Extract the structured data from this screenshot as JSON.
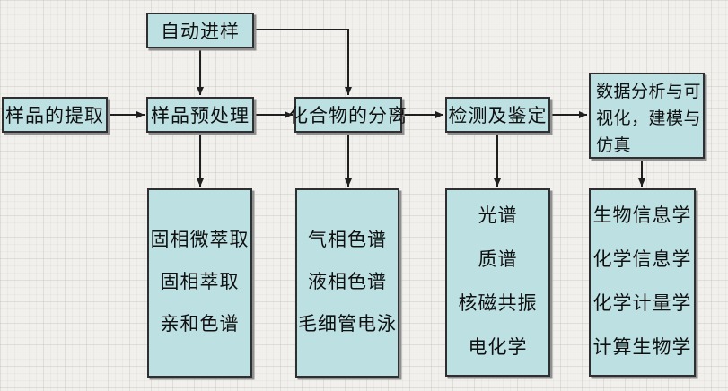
{
  "flowchart": {
    "nodes": {
      "auto_sampling": {
        "label": "自动进样"
      },
      "extraction": {
        "label": "样品的提取"
      },
      "pretreatment": {
        "label": "样品预处理"
      },
      "separation": {
        "label": "化合物的分离"
      },
      "detection": {
        "label": "检测及鉴定"
      },
      "analysis": {
        "label": "数据分析与可视化，建模与仿真"
      }
    },
    "detail_boxes": [
      {
        "id": "pretreatment-methods",
        "items": [
          "固相微萃取",
          "固相萃取",
          "亲和色谱"
        ]
      },
      {
        "id": "separation-methods",
        "items": [
          "气相色谱",
          "液相色谱",
          "毛细管电泳"
        ]
      },
      {
        "id": "detection-methods",
        "items": [
          "光谱",
          "质谱",
          "核磁共振",
          "电化学"
        ]
      },
      {
        "id": "analysis-methods",
        "items": [
          "生物信息学",
          "化学信息学",
          "化学计量学",
          "计算生物学"
        ]
      }
    ],
    "edges": [
      {
        "from": "样品的提取",
        "to": "样品预处理"
      },
      {
        "from": "自动进样",
        "to": "样品预处理"
      },
      {
        "from": "自动进样",
        "to": "化合物的分离"
      },
      {
        "from": "样品预处理",
        "to": "化合物的分离"
      },
      {
        "from": "化合物的分离",
        "to": "检测及鉴定"
      },
      {
        "from": "检测及鉴定",
        "to": "数据分析与可视化，建模与仿真"
      },
      {
        "from": "样品预处理",
        "to": "固相微萃取/固相萃取/亲和色谱"
      },
      {
        "from": "化合物的分离",
        "to": "气相色谱/液相色谱/毛细管电泳"
      },
      {
        "from": "检测及鉴定",
        "to": "光谱/质谱/核磁共振/电化学"
      },
      {
        "from": "数据分析与可视化，建模与仿真",
        "to": "生物信息学/化学信息学/化学计量学/计算生物学"
      }
    ],
    "colors": {
      "box_fill": "#bde0e3",
      "box_border": "#2f2f2f",
      "box_shadow": "#909090",
      "connector": "#1f1f1f",
      "background": "#f1f0ed"
    }
  }
}
